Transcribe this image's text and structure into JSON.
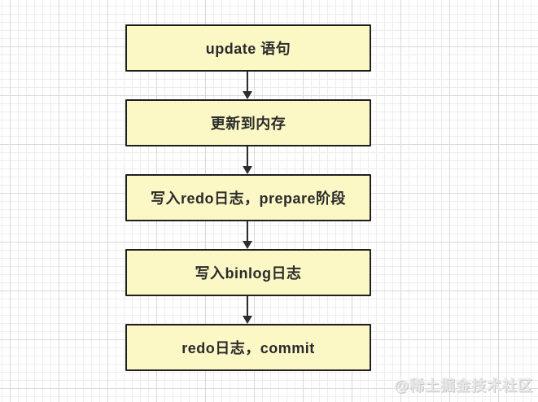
{
  "diagram": {
    "type": "flowchart",
    "direction": "top-to-bottom",
    "nodes": [
      {
        "id": 1,
        "label": "update 语句"
      },
      {
        "id": 2,
        "label": "更新到内存"
      },
      {
        "id": 3,
        "label": "写入redo日志，prepare阶段"
      },
      {
        "id": 4,
        "label": "写入binlog日志"
      },
      {
        "id": 5,
        "label": "redo日志，commit"
      }
    ],
    "edges": [
      {
        "from": 1,
        "to": 2
      },
      {
        "from": 2,
        "to": 3
      },
      {
        "from": 3,
        "to": 4
      },
      {
        "from": 4,
        "to": 5
      }
    ],
    "colors": {
      "node_fill": "#fcf8c6",
      "node_border": "#1f1f1f",
      "node_text": "#2b2b2b",
      "arrow": "#2d2d2d",
      "grid_minor": "#ededed",
      "grid_major": "#d9d9d9",
      "canvas": "#ffffff",
      "watermark": "#e8e8e8"
    }
  },
  "watermark": {
    "text": "@稀土掘金技术社区"
  }
}
